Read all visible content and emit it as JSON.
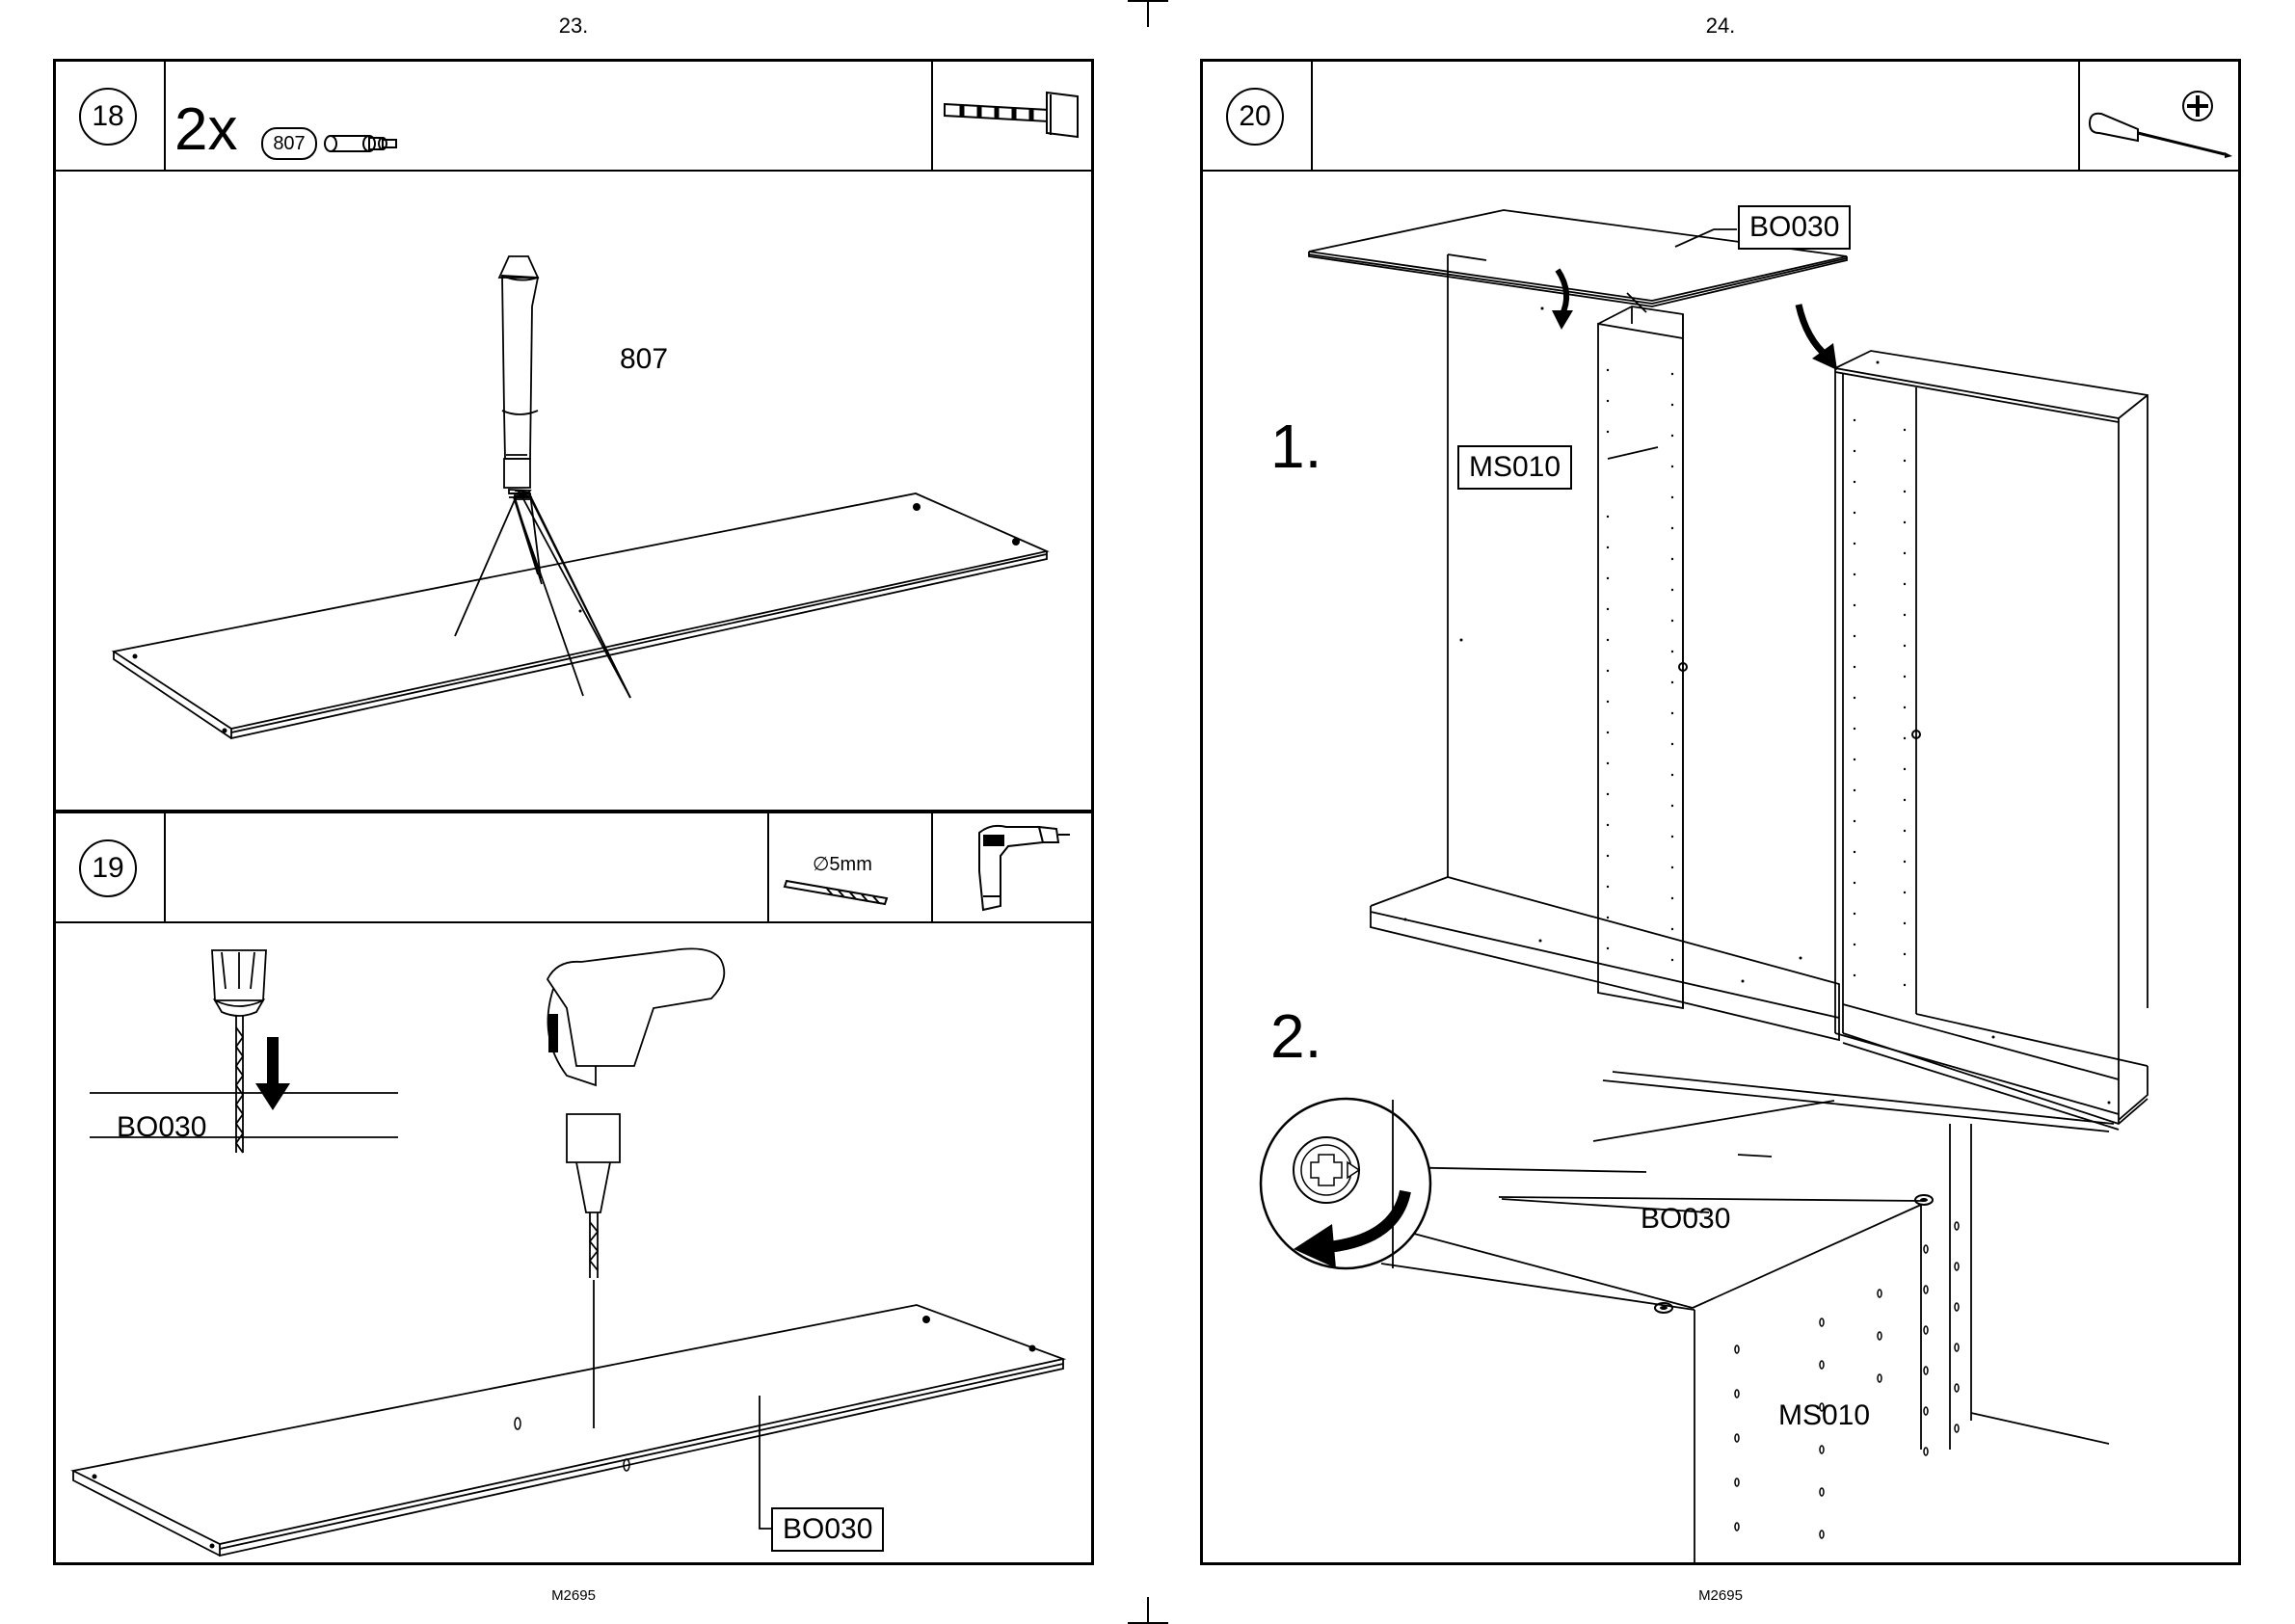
{
  "pages": [
    {
      "number": "23.",
      "footer": "M2695"
    },
    {
      "number": "24.",
      "footer": "M2695"
    }
  ],
  "steps": {
    "s18": {
      "number": "18",
      "quantity": "2x",
      "part_chip": "807",
      "part_callout": "807",
      "tools": [
        "hammer-icon"
      ]
    },
    "s19": {
      "number": "19",
      "drill_bit_size": "∅5mm",
      "detail_label": "BO030",
      "panel_label": "BO030",
      "tools": [
        "drill-bit-icon",
        "power-drill-icon"
      ]
    },
    "s20": {
      "number": "20",
      "sub_step_1": "1.",
      "sub_step_2": "2.",
      "top_label": "BO030",
      "side_label": "MS010",
      "detail_top_label": "BO030",
      "detail_side_label": "MS010",
      "tools": [
        "screwdriver-icon",
        "phillips-head-icon"
      ]
    }
  },
  "colors": {
    "line": "#000000",
    "background": "#ffffff"
  }
}
